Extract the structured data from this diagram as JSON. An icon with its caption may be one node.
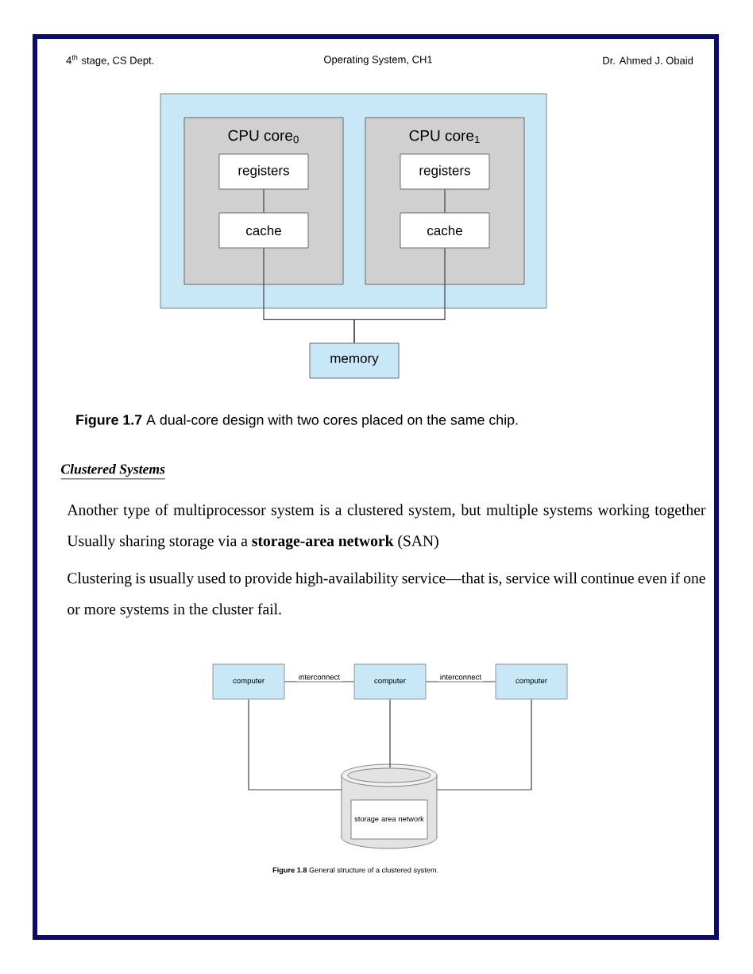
{
  "diagram": {
    "nodes": [
      {
        "text": [],
        "shape": "box"
      },
      {
        "text": [
          "CPU core$_{0}$"
        ],
        "in": 0
      },
      {
        "text": [
          "registers"
        ],
        "in": 1
      },
      {
        "text": [
          "cache"
        ],
        "in": 1
      },
      {
        "text": [
          "CPU core$_{1}$"
        ],
        "in": 0
      },
      {
        "text": [
          "registers"
        ],
        "in": 4
      },
      {
        "text": [
          "cache"
        ],
        "in": 4
      },
      {
        "text": [
          "memory"
        ]
      },
      {
        "text": [
          "computer"
        ]
      },
      {
        "text": [
          "computer"
        ]
      },
      {
        "text": [
          "computer"
        ]
      },
      {
        "text": [
          "storage area network"
        ]
      }
    ],
    "edges": [
      {
        "from": 2,
        "to": 3,
        "arrow": "none"
      },
      {
        "from": 5,
        "to": 6,
        "arrow": "none"
      },
      {
        "from": 3,
        "to": 7,
        "arrow": "none"
      },
      {
        "from": 6,
        "to": 7,
        "arrow": "none"
      },
      {
        "from": 8,
        "to": 9,
        "arrow": "none",
        "label": "interconnect"
      },
      {
        "from": 9,
        "to": 10,
        "arrow": "none",
        "label": "interconnect"
      },
      {
        "from": 8,
        "to": 11,
        "arrow": "none"
      },
      {
        "from": 9,
        "to": 11,
        "arrow": "none"
      },
      {
        "from": 10,
        "to": 11,
        "arrow": "none"
      }
    ],
    "labels": [
      "4$^{th}$ stage, CS Dept.",
      "Operating System, CH1",
      "Dr. Ahmed J. Obaid",
      "**Figure 1.7**   A dual-core design with two cores placed on the same chip.",
      "Clustered Systems",
      "Another type of multiprocessor system is a clustered system, but multiple systems working together Usually sharing storage via a **storage-area network** (SAN)",
      "Clustering is usually used to provide high-availability service—that is, service will continue even if one or more systems in the cluster fail.",
      "**Figure 1.8**   General structure of a clustered system."
    ]
  }
}
